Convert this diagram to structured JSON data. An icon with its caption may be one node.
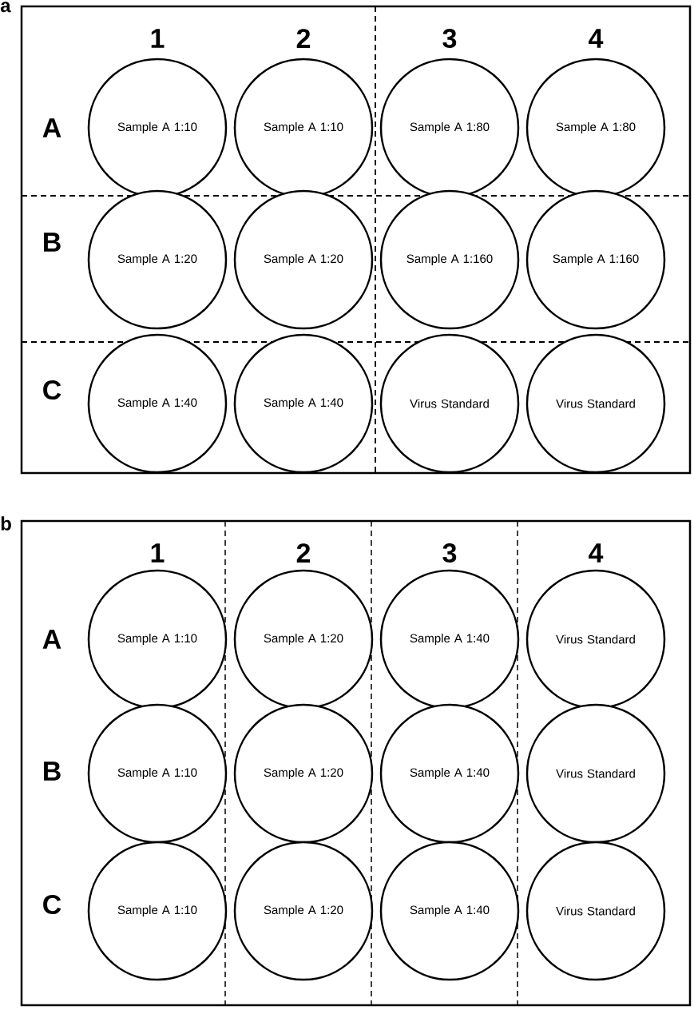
{
  "diagram": {
    "nodes": [
      {
        "text": [
          "a"
        ]
      },
      {
        "text": [
          "Sample A 1:10"
        ],
        "in": 0
      },
      {
        "text": [
          "Sample A 1:10"
        ],
        "in": 0
      },
      {
        "text": [
          "Sample A 1:80"
        ],
        "in": 0
      },
      {
        "text": [
          "Sample A 1:80"
        ],
        "in": 0
      },
      {
        "text": [
          "Sample A 1:20"
        ],
        "in": 0
      },
      {
        "text": [
          "Sample A 1:20"
        ],
        "in": 0
      },
      {
        "text": [
          "Sample A 1:160"
        ],
        "in": 0
      },
      {
        "text": [
          "Sample A 1:160"
        ],
        "in": 0
      },
      {
        "text": [
          "Sample A 1:40"
        ],
        "in": 0
      },
      {
        "text": [
          "Sample A 1:40"
        ],
        "in": 0
      },
      {
        "text": [
          "Virus Standard"
        ],
        "in": 0
      },
      {
        "text": [
          "Virus Standard"
        ],
        "in": 0
      },
      {
        "text": [
          "b"
        ]
      },
      {
        "text": [
          "Sample A 1:10"
        ],
        "in": 13
      },
      {
        "text": [
          "Sample A 1:20"
        ],
        "in": 13
      },
      {
        "text": [
          "Sample A 1:40"
        ],
        "in": 13
      },
      {
        "text": [
          "Virus Standard"
        ],
        "in": 13
      },
      {
        "text": [
          "Sample A 1:10"
        ],
        "in": 13
      },
      {
        "text": [
          "Sample A 1:20"
        ],
        "in": 13
      },
      {
        "text": [
          "Sample A 1:40"
        ],
        "in": 13
      },
      {
        "text": [
          "Virus Standard"
        ],
        "in": 13
      },
      {
        "text": [
          "Sample A 1:10"
        ],
        "in": 13
      },
      {
        "text": [
          "Sample A 1:20"
        ],
        "in": 13
      },
      {
        "text": [
          "Sample A 1:40"
        ],
        "in": 13
      },
      {
        "text": [
          "Virus Standard"
        ],
        "in": 13
      }
    ],
    "labels": [
      "1",
      "2",
      "3",
      "4",
      "A",
      "B",
      "C",
      "1",
      "2",
      "3",
      "4",
      "A",
      "B",
      "C"
    ]
  }
}
